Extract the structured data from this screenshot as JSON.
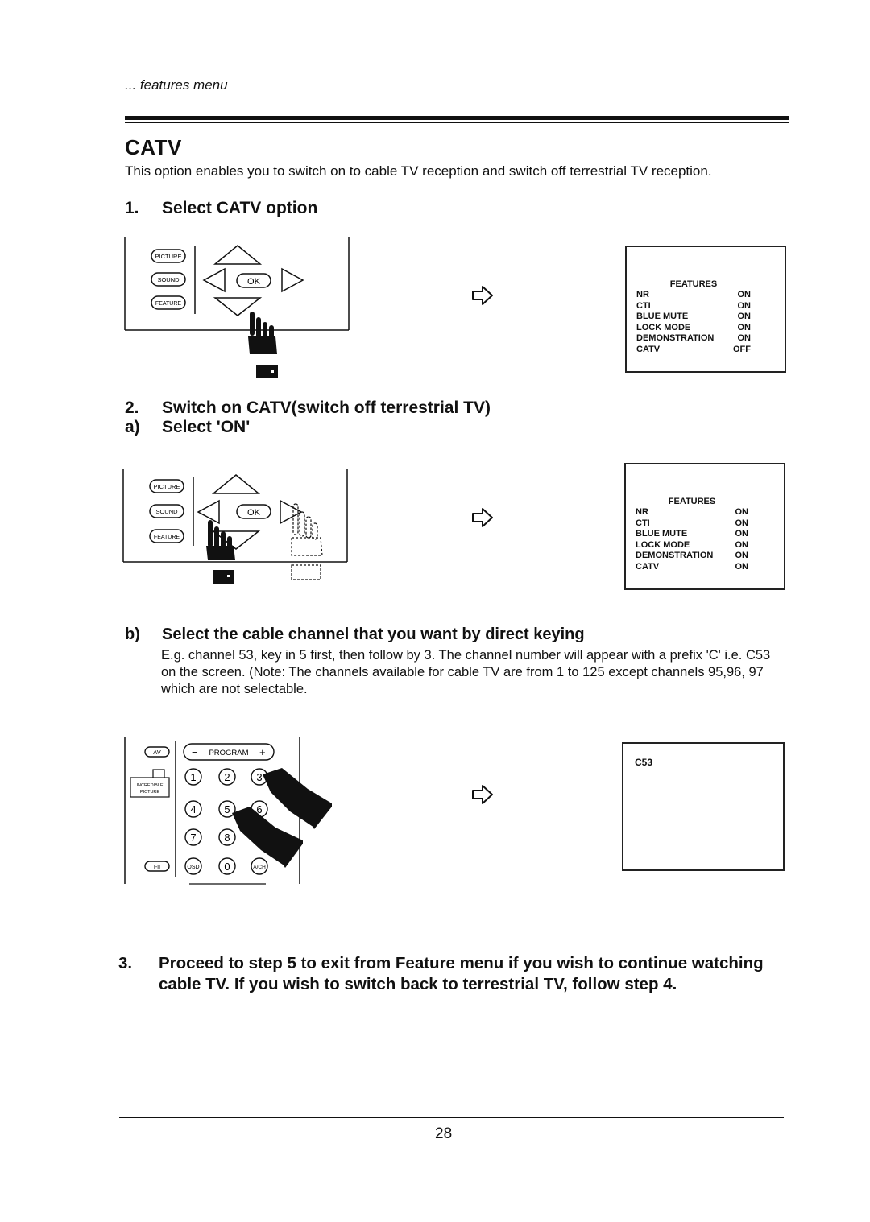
{
  "header": {
    "section": "... features menu"
  },
  "title": "CATV",
  "intro": "This option enables you to switch on to cable TV reception and switch off terrestrial TV reception.",
  "step1": {
    "num": "1.",
    "text": "Select CATV option"
  },
  "step2": {
    "num": "2.",
    "text": "Switch on CATV(switch off terrestrial TV)"
  },
  "step2a": {
    "num": "a)",
    "text": "Select 'ON'"
  },
  "step2b": {
    "num": "b)",
    "text": "Select the cable channel that you want by direct keying",
    "body": "E.g. channel 53, key in 5 first, then follow by 3. The channel number will appear with a prefix 'C' i.e. C53 on the screen. (Note: The channels available for cable TV are from 1 to 125 except channels 95,96, 97 which are not selectable."
  },
  "step3": {
    "num": "3.",
    "text": "Proceed to step 5 to exit from Feature menu if you wish to continue watching cable TV. If you wish to switch back to terrestrial TV, follow step 4."
  },
  "remote": {
    "picture": "PICTURE",
    "sound": "SOUND",
    "feature": "FEATURE",
    "ok": "OK",
    "av": "AV",
    "program": "PROGRAM",
    "incredible": "INCREDIBLE",
    "picture_small": "PICTURE",
    "lang": "I-II",
    "osd": "OSD",
    "ach": "A/CH",
    "digits": [
      "1",
      "2",
      "3",
      "4",
      "5",
      "6",
      "7",
      "8",
      "0"
    ]
  },
  "menu1": {
    "heading": "FEATURES",
    "rows": [
      {
        "label": "NR",
        "value": "ON"
      },
      {
        "label": "CTI",
        "value": "ON"
      },
      {
        "label": "BLUE MUTE",
        "value": "ON"
      },
      {
        "label": "LOCK MODE",
        "value": "ON"
      },
      {
        "label": "DEMONSTRATION",
        "value": "ON"
      },
      {
        "label": "CATV",
        "value": "OFF"
      }
    ]
  },
  "menu2": {
    "heading": "FEATURES",
    "rows": [
      {
        "label": "NR",
        "value": "ON"
      },
      {
        "label": "CTI",
        "value": "ON"
      },
      {
        "label": "BLUE MUTE",
        "value": "ON"
      },
      {
        "label": "LOCK MODE",
        "value": "ON"
      },
      {
        "label": "DEMONSTRATION",
        "value": "ON"
      },
      {
        "label": "CATV",
        "value": "ON"
      }
    ]
  },
  "screen3": {
    "channel": "C53"
  },
  "footer": {
    "page": "28"
  }
}
